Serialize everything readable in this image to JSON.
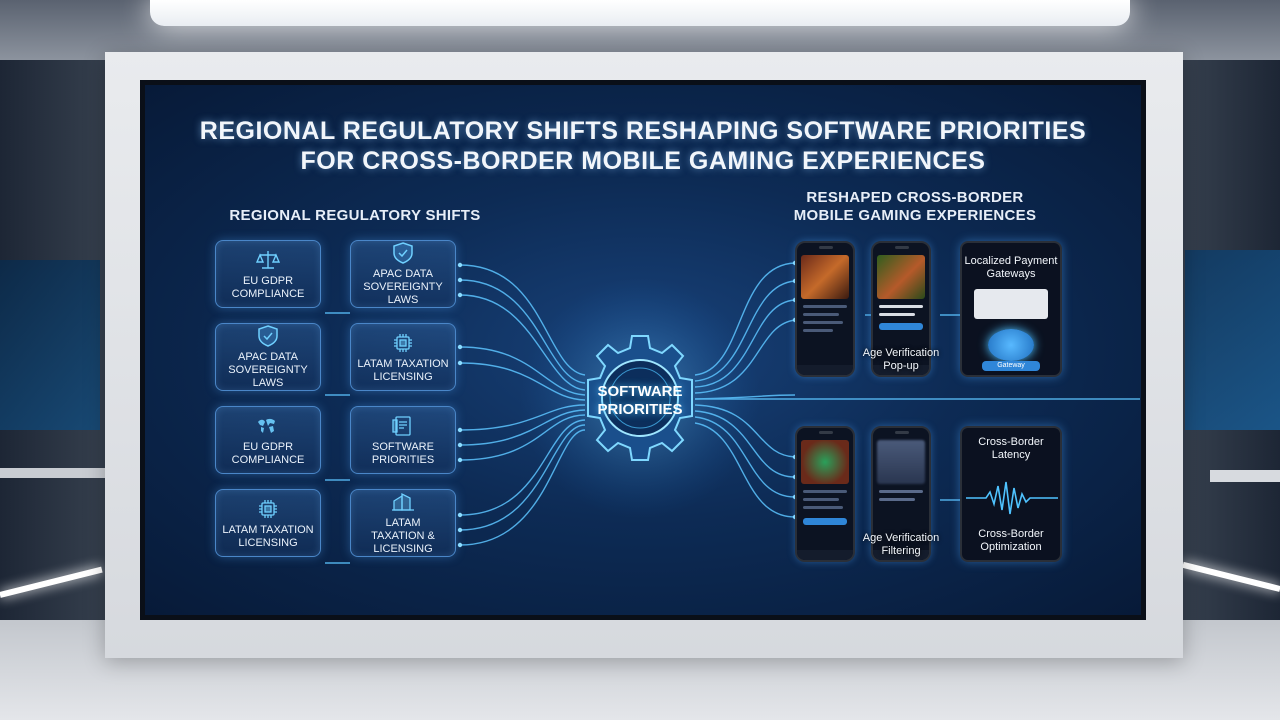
{
  "title": {
    "line1": "REGIONAL REGULATORY SHIFTS RESHAPING SOFTWARE PRIORITIES",
    "line2": "FOR CROSS-BORDER MOBILE GAMING EXPERIENCES"
  },
  "left_section": {
    "heading": "REGIONAL REGULATORY SHIFTS",
    "boxes": [
      {
        "label1": "EU GDPR",
        "label2": "COMPLIANCE",
        "icon": "scales-icon"
      },
      {
        "label1": "APAC DATA",
        "label2": "SOVEREIGNTY LAWS",
        "icon": "shield-check-icon"
      },
      {
        "label1": "APAC DATA",
        "label2": "SOVEREIGNTY LAWS",
        "icon": "shield-check-icon"
      },
      {
        "label1": "LATAM TAXATION",
        "label2": "LICENSING",
        "icon": "chip-icon"
      },
      {
        "label1": "EU GDPR",
        "label2": "COMPLIANCE",
        "icon": "world-map-icon"
      },
      {
        "label1": "SOFTWARE",
        "label2": "PRIORITIES",
        "icon": "document-icon"
      },
      {
        "label1": "LATAM TAXATION",
        "label2": "LICENSING",
        "icon": "chip-icon"
      },
      {
        "label1": "LATAM",
        "label2": "TAXATION &",
        "label3": "LICENSING",
        "icon": "building-icon"
      }
    ]
  },
  "center": {
    "line1": "SOFTWARE",
    "line2": "PRIORITIES",
    "icon": "gear-icon"
  },
  "right_section": {
    "heading1": "RESHAPED CROSS-BORDER",
    "heading2": "MOBILE GAMING EXPERIENCES",
    "top_row": {
      "caption_phone": {
        "line1": "Age Verification",
        "line2": "Pop-up"
      },
      "tablet": {
        "line1": "Localized Payment",
        "line2": "Gateways",
        "badge": "Gateway"
      }
    },
    "bottom_row": {
      "caption_phone": {
        "line1": "Age Verification",
        "line2": "Filtering"
      },
      "tablet": {
        "line1": "Cross-Border",
        "line2": "Latency",
        "line3": "Cross-Border",
        "line4": "Optimization"
      }
    }
  },
  "colors": {
    "accent": "#4fc3ff",
    "screen_bg": "#0d2b55",
    "box_border": "#4a86c8"
  }
}
